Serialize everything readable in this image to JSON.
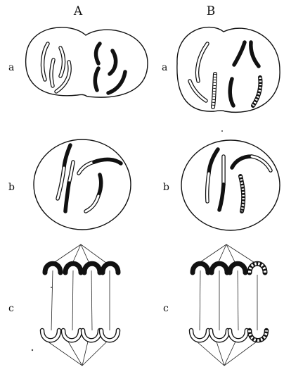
{
  "columns": [
    {
      "label": "A"
    },
    {
      "label": "B"
    }
  ],
  "rows": [
    {
      "label": "a"
    },
    {
      "label": "b"
    },
    {
      "label": "c"
    }
  ]
}
